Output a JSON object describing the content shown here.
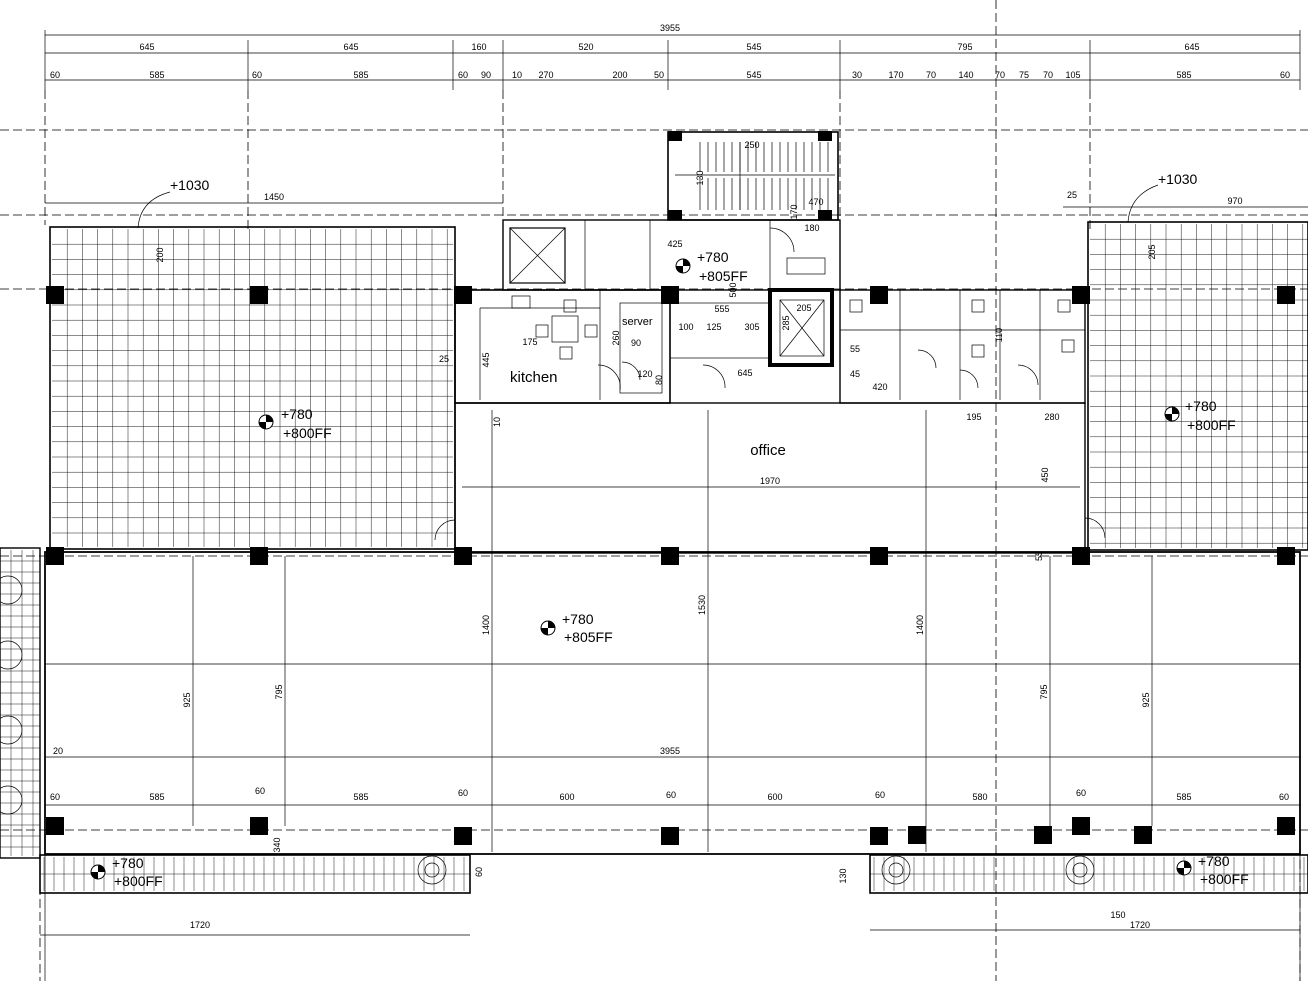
{
  "rooms": {
    "kitchen": "kitchen",
    "server": "server",
    "office": "office"
  },
  "levels": {
    "left_terrace": [
      "+780",
      "+800FF"
    ],
    "right_terrace": [
      "+780",
      "+800FF"
    ],
    "office_main": [
      "+780",
      "+805FF"
    ],
    "office_upper": [
      "+780",
      "+805FF"
    ],
    "bottom_left": [
      "+780",
      "+800FF"
    ],
    "bottom_right": [
      "+780",
      "+800FF"
    ],
    "roof_left": "+1030",
    "roof_right": "+1030"
  },
  "dimensions": {
    "overall_top": "3955",
    "row1": [
      "645",
      "645",
      "160",
      "520",
      "545",
      "795",
      "645"
    ],
    "row2": [
      "60",
      "585",
      "60",
      "585",
      "60",
      "90",
      "10",
      "270",
      "200",
      "50",
      "545",
      "30",
      "170",
      "70",
      "140",
      "70",
      "75",
      "70",
      "105",
      "585",
      "60"
    ],
    "left_terrace_width": "1450",
    "left_terrace_depth": "200",
    "right_terrace_width": "970",
    "right_terrace_offset": "25",
    "right_terrace_depth": "205",
    "office_width": "1970",
    "office_depth": "1530",
    "office_side_depth": "450",
    "middle_overall": "3955",
    "bay_heights": [
      "1400",
      "1400"
    ],
    "col_heights": [
      "925",
      "795",
      "795",
      "925"
    ],
    "bottom_row": [
      "60",
      "585",
      "60",
      "585",
      "60",
      "600",
      "60",
      "600",
      "60",
      "580",
      "60",
      "585",
      "60"
    ],
    "bottom_widths": [
      "1720",
      "1720"
    ],
    "misc": [
      "20",
      "25",
      "10",
      "150",
      "130",
      "60",
      "55",
      "340",
      "445",
      "175",
      "260",
      "90",
      "120",
      "80",
      "100",
      "125",
      "305",
      "555",
      "645",
      "425",
      "500",
      "250",
      "130",
      "470",
      "170",
      "180",
      "205",
      "285",
      "195",
      "280",
      "420",
      "45",
      "55",
      "110"
    ]
  }
}
